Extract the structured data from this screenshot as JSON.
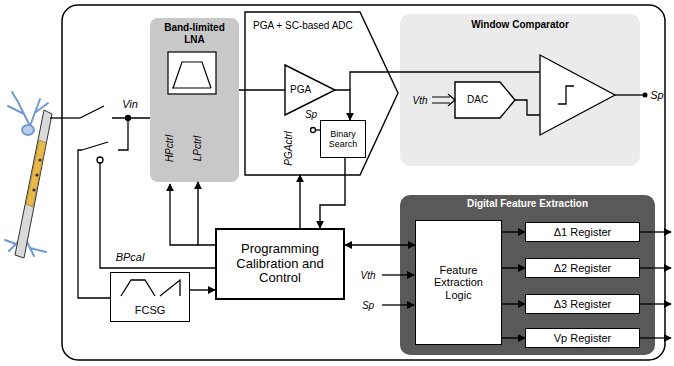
{
  "diagram": {
    "nodes": [
      {
        "text": [
          "Band-limited LNA"
        ]
      },
      {
        "text": [
          "PGA + SC-based ADC"
        ]
      },
      {
        "text": [
          "PGA"
        ],
        "in": 1
      },
      {
        "text": [
          "Binary Search"
        ],
        "in": 1
      },
      {
        "text": [
          "Window Comparator"
        ]
      },
      {
        "text": [
          "DAC"
        ],
        "in": 4
      },
      {
        "text": [
          "Programming Calibration and Control"
        ]
      },
      {
        "text": [
          "FCSG"
        ]
      },
      {
        "text": [
          "Digital Feature Extraction"
        ]
      },
      {
        "text": [
          "Feature Extraction Logic"
        ],
        "in": 8
      },
      {
        "text": [
          "Δ1 Register"
        ],
        "in": 8
      },
      {
        "text": [
          "Δ2 Register"
        ],
        "in": 8
      },
      {
        "text": [
          "Δ3 Register"
        ],
        "in": 8
      },
      {
        "text": [
          "Vp Register"
        ],
        "in": 8
      }
    ],
    "edges": [
      {
        "from": 0,
        "to": 2,
        "arrow": "none"
      },
      {
        "from": 2,
        "to": 3,
        "arrow": "to"
      },
      {
        "from": 3,
        "to": 6,
        "arrow": "to"
      },
      {
        "from": 6,
        "to": 0,
        "arrow": "to"
      },
      {
        "from": 6,
        "to": 1,
        "arrow": "to"
      },
      {
        "from": 7,
        "to": 6,
        "arrow": "to"
      },
      {
        "from": 6,
        "to": 9,
        "arrow": "both"
      },
      {
        "from": 9,
        "to": 10,
        "arrow": "to"
      },
      {
        "from": 9,
        "to": 11,
        "arrow": "to"
      },
      {
        "from": 9,
        "to": 12,
        "arrow": "to"
      },
      {
        "from": 9,
        "to": 13,
        "arrow": "to"
      }
    ],
    "labels": [
      "Vin",
      "HPctrl",
      "LPctrl",
      "PGActrl",
      "Sp",
      "Vth",
      "Sp",
      "BPcal",
      "Vth",
      "Sp"
    ]
  }
}
